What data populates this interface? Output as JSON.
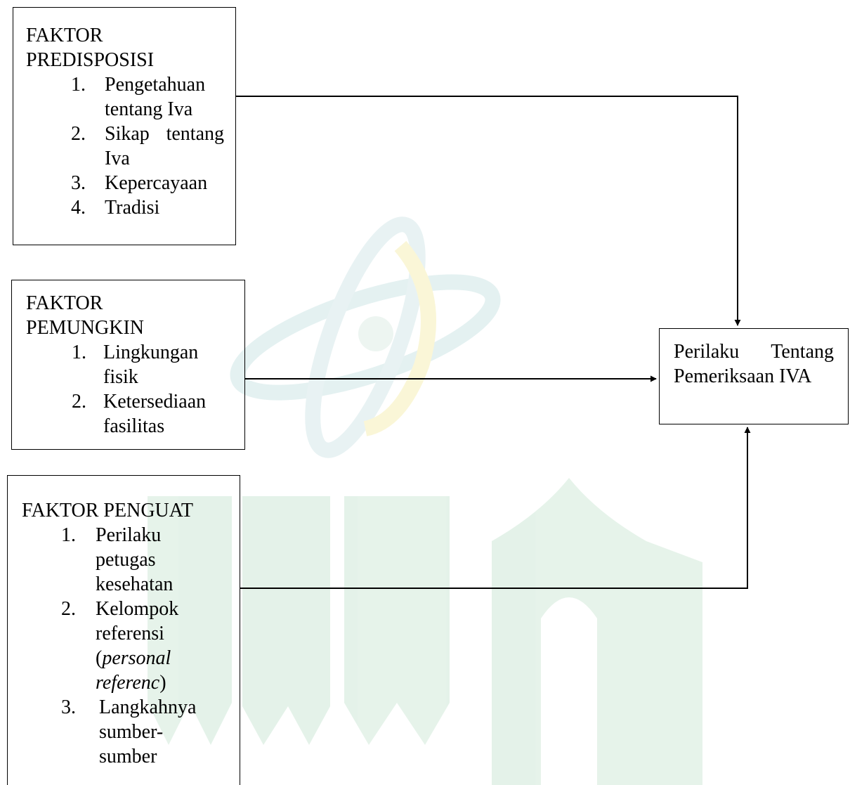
{
  "diagram": {
    "nodes": [
      {
        "id": "predisposisi",
        "title": "FAKTOR PREDISPOSISI",
        "items": [
          {
            "num": "1.",
            "text": "Pengetahuan tentang Iva"
          },
          {
            "num": "2.",
            "text": "Sikap tentang Iva"
          },
          {
            "num": "3.",
            "text": "Kepercayaan"
          },
          {
            "num": "4.",
            "text": "Tradisi"
          }
        ]
      },
      {
        "id": "pemungkin",
        "title": "FAKTOR PEMUNGKIN",
        "items": [
          {
            "num": "1.",
            "text": "Lingkungan fisik"
          },
          {
            "num": "2.",
            "text": "Ketersediaan fasilitas"
          }
        ]
      },
      {
        "id": "penguat",
        "title": "FAKTOR PENGUAT",
        "items": [
          {
            "num": "1.",
            "text": "Perilaku petugas kesehatan"
          },
          {
            "num": "2.",
            "text_plain": "Kelompok referensi (",
            "text_italic": "personal referenc",
            "text_after": ")"
          },
          {
            "num": "3.",
            "text": "Langkahnya sumber-sumber"
          }
        ]
      },
      {
        "id": "perilaku",
        "title": "Perilaku Tentang Pemeriksaan IVA"
      }
    ],
    "edges": [
      {
        "from": "predisposisi",
        "to": "perilaku"
      },
      {
        "from": "pemungkin",
        "to": "perilaku"
      },
      {
        "from": "penguat",
        "to": "perilaku"
      }
    ],
    "colors": {
      "watermark_green": "#3aa35c",
      "watermark_teal": "#2c8f93",
      "watermark_yellow": "#f2dc2a",
      "line": "#000000"
    }
  }
}
